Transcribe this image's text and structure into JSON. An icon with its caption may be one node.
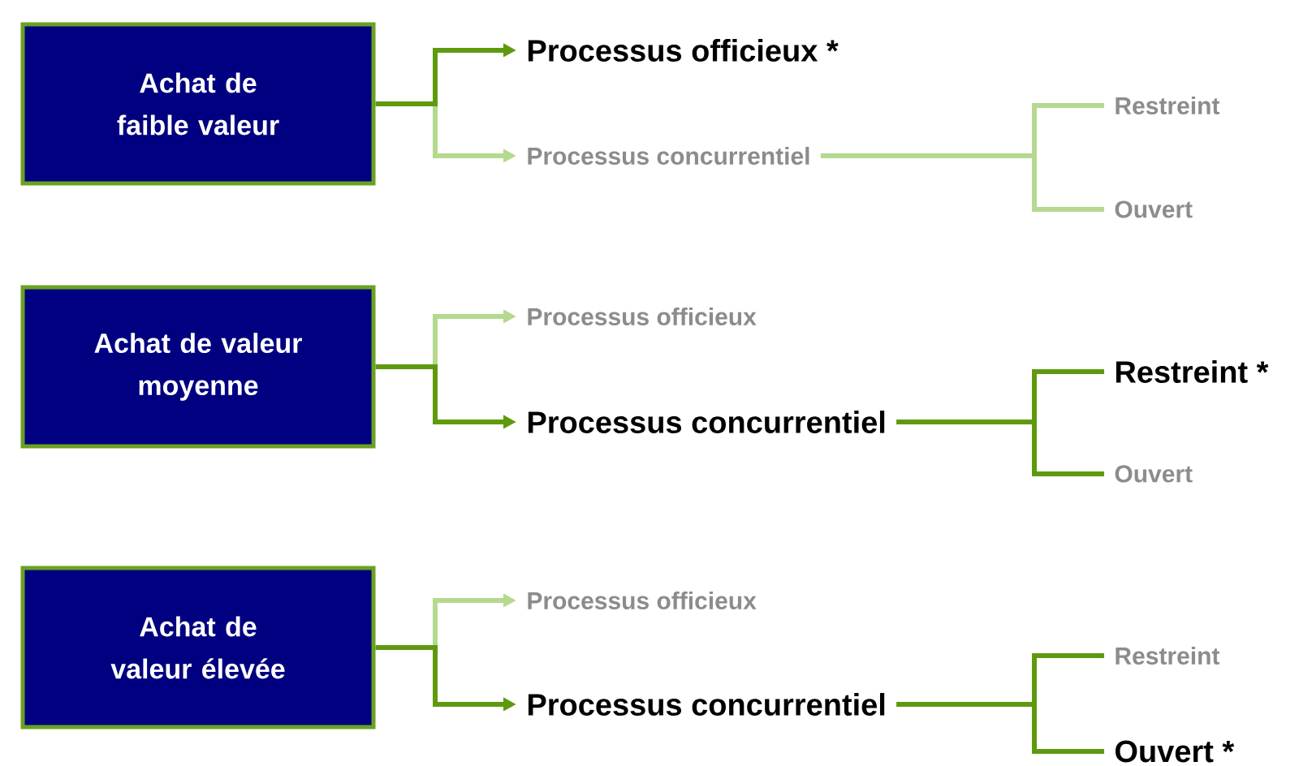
{
  "diagram": {
    "nodes": [
      {
        "text": [
          "Achat de faible valeur"
        ]
      },
      {
        "text": [
          "Processus officieux *"
        ]
      },
      {
        "text": [
          "Processus concurrentiel"
        ]
      },
      {
        "text": [
          "Restreint"
        ]
      },
      {
        "text": [
          "Ouvert"
        ]
      },
      {
        "text": [
          "Achat de valeur moyenne"
        ]
      },
      {
        "text": [
          "Processus officieux"
        ]
      },
      {
        "text": [
          "Processus concurrentiel"
        ]
      },
      {
        "text": [
          "Restreint *"
        ]
      },
      {
        "text": [
          "Ouvert"
        ]
      },
      {
        "text": [
          "Achat de valeur élevée"
        ]
      },
      {
        "text": [
          "Processus officieux"
        ]
      },
      {
        "text": [
          "Processus concurrentiel"
        ]
      },
      {
        "text": [
          "Restreint"
        ]
      },
      {
        "text": [
          "Ouvert *"
        ]
      }
    ],
    "edges": [
      {
        "from": 0,
        "to": 1,
        "arrow": "to"
      },
      {
        "from": 0,
        "to": 2,
        "arrow": "to",
        "color": "#b5d98f"
      },
      {
        "from": 2,
        "to": 3,
        "arrow": "none",
        "color": "#b5d98f"
      },
      {
        "from": 2,
        "to": 4,
        "arrow": "none",
        "color": "#b5d98f"
      },
      {
        "from": 5,
        "to": 6,
        "arrow": "to",
        "color": "#b5d98f"
      },
      {
        "from": 5,
        "to": 7,
        "arrow": "to"
      },
      {
        "from": 7,
        "to": 8,
        "arrow": "none"
      },
      {
        "from": 7,
        "to": 9,
        "arrow": "none"
      },
      {
        "from": 10,
        "to": 11,
        "arrow": "to",
        "color": "#b5d98f"
      },
      {
        "from": 10,
        "to": 12,
        "arrow": "to"
      },
      {
        "from": 12,
        "to": 13,
        "arrow": "none"
      },
      {
        "from": 12,
        "to": 14,
        "arrow": "none"
      }
    ]
  }
}
